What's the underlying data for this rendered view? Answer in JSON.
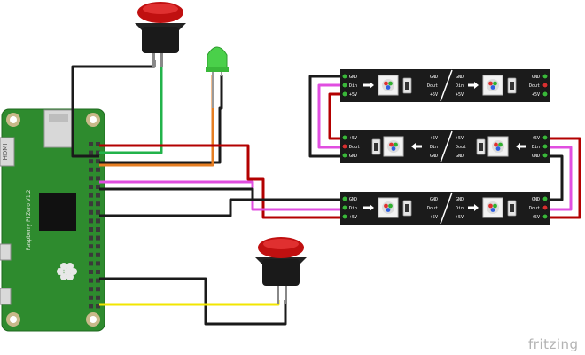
{
  "board": {
    "label": "Raspberry Pi Zero V1.2",
    "port_label": "HDMI"
  },
  "led_strips": [
    {
      "id": "strip-top",
      "left_pins": [
        "GND",
        "Din",
        "+5V"
      ],
      "mid_left_pins": [
        "GND",
        "Dout",
        "+5V"
      ],
      "mid_right_pins": [
        "GND",
        "Din",
        "+5V"
      ],
      "right_pins": [
        "GND",
        "Dout",
        "+5V"
      ],
      "direction": "right"
    },
    {
      "id": "strip-middle",
      "left_pins": [
        "+5V",
        "Dout",
        "GND"
      ],
      "mid_left_pins": [
        "+5V",
        "Din",
        "GND"
      ],
      "mid_right_pins": [
        "+5V",
        "Dout",
        "GND"
      ],
      "right_pins": [
        "+5V",
        "Din",
        "GND"
      ],
      "direction": "left"
    },
    {
      "id": "strip-bottom",
      "left_pins": [
        "GND",
        "Din",
        "+5V"
      ],
      "mid_left_pins": [
        "GND",
        "Dout",
        "+5V"
      ],
      "mid_right_pins": [
        "GND",
        "Din",
        "+5V"
      ],
      "right_pins": [
        "GND",
        "Dout",
        "+5V"
      ],
      "direction": "right"
    }
  ],
  "components": {
    "button_top": "push-button",
    "led": "green-led",
    "button_bottom": "push-button"
  },
  "wire_colors": {
    "black": "#1a1a1a",
    "red": "#b30000",
    "green": "#22b34a",
    "orange": "#e67e22",
    "magenta": "#e04ee0",
    "yellow": "#f2e600",
    "board": "#2e8b2e",
    "strip": "#1b1b1b"
  },
  "watermark": "fritzing"
}
